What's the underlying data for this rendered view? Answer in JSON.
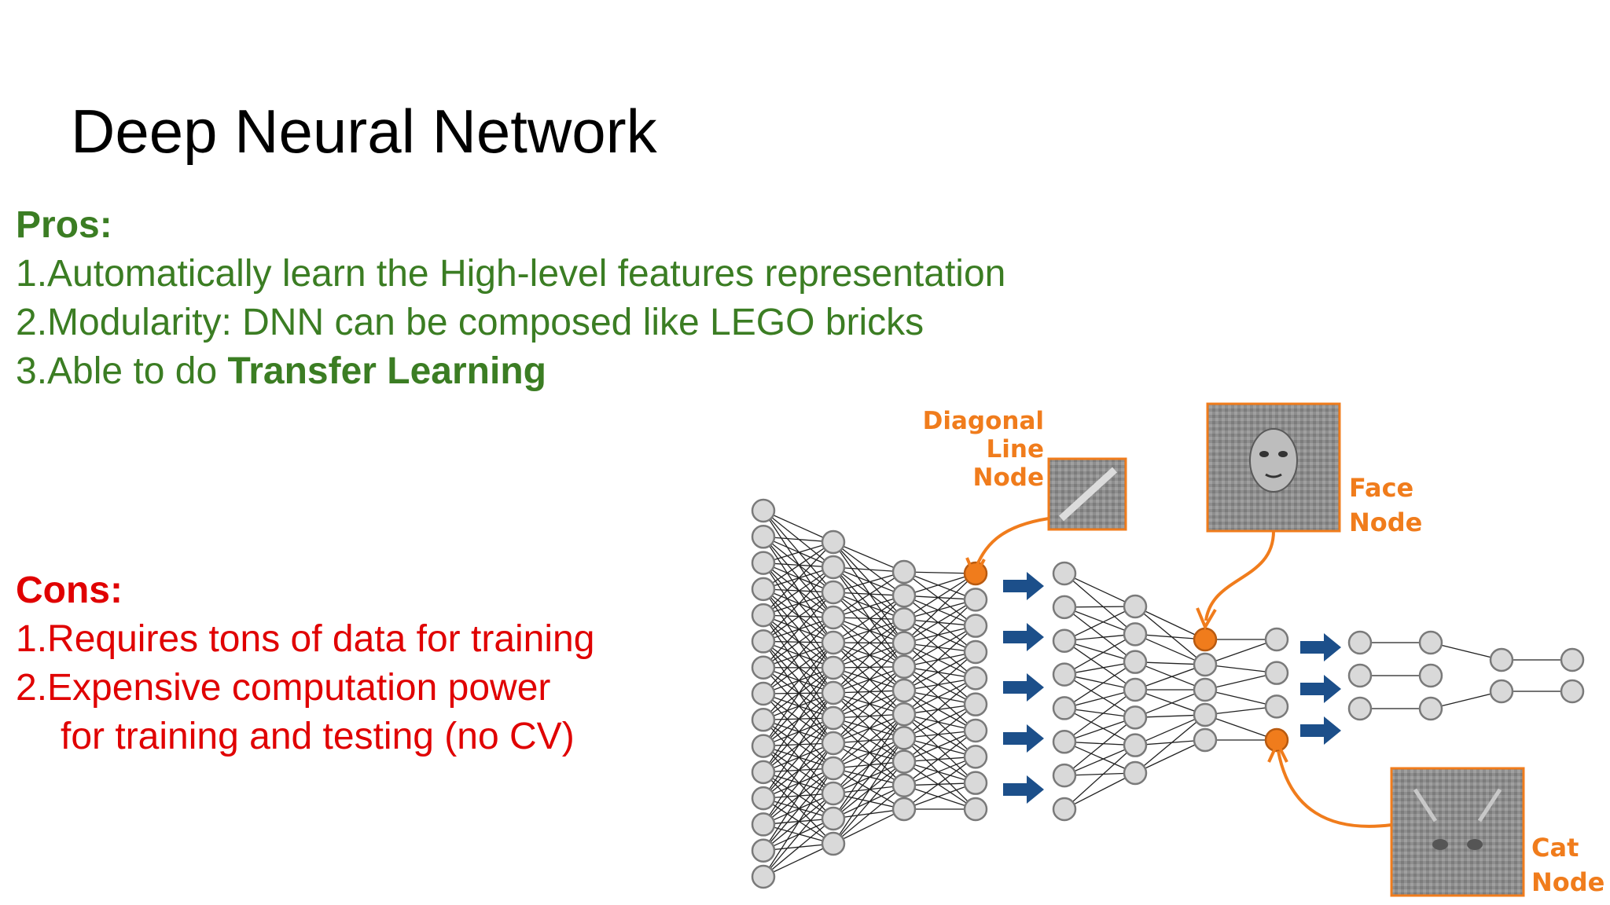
{
  "slide": {
    "title": "Deep Neural Network"
  },
  "pros": {
    "heading": "Pros:",
    "items": [
      "1.Automatically learn the High-level features representation",
      "2.Modularity: DNN can be composed like LEGO bricks"
    ],
    "item3_prefix": "3.Able to do ",
    "item3_bold": "Transfer Learning"
  },
  "cons": {
    "heading": "Cons:",
    "items": [
      "1.Requires tons of data for training",
      "2.Expensive computation power",
      "for training and testing (no CV)"
    ]
  },
  "diagram": {
    "diagonal_label": [
      "Diagonal",
      "Line",
      "Node"
    ],
    "face_label": [
      "Face",
      "Node"
    ],
    "cat_label": [
      "Cat",
      "Node"
    ],
    "icons": {
      "diagonal_thumb": "diagonal-line-feature-image",
      "face_thumb": "face-feature-image",
      "cat_thumb": "cat-feature-image"
    },
    "colors": {
      "node_fill": "#d9d9d9",
      "node_stroke": "#7a7a7a",
      "edge": "#222222",
      "highlight": "#f07c1c",
      "arrow": "#1c4f8a"
    }
  }
}
